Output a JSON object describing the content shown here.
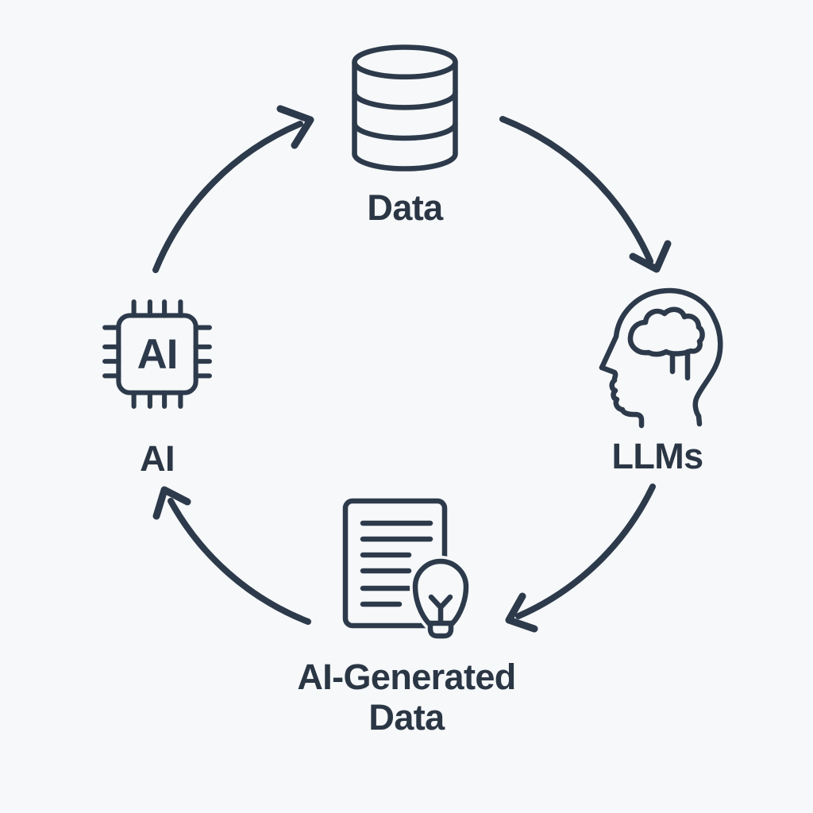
{
  "diagram": {
    "background_color": "#f6f8f9",
    "line_color": "#2d3a4b",
    "text_color": "#2b3645",
    "nodes": [
      {
        "id": "data",
        "position": "top",
        "icon": "database-icon",
        "label": "Data"
      },
      {
        "id": "llms",
        "position": "right",
        "icon": "head-brain-icon",
        "label": "LLMs"
      },
      {
        "id": "ai-generated-data",
        "position": "bottom",
        "icon": "document-lightbulb-icon",
        "label": "AI-Generated Data"
      },
      {
        "id": "ai",
        "position": "left",
        "icon": "ai-chip-icon",
        "label": "AI",
        "chip_label": "AI"
      }
    ],
    "edges": [
      {
        "from": "ai",
        "to": "data"
      },
      {
        "from": "data",
        "to": "llms"
      },
      {
        "from": "llms",
        "to": "ai-generated-data"
      },
      {
        "from": "ai-generated-data",
        "to": "ai"
      }
    ]
  }
}
